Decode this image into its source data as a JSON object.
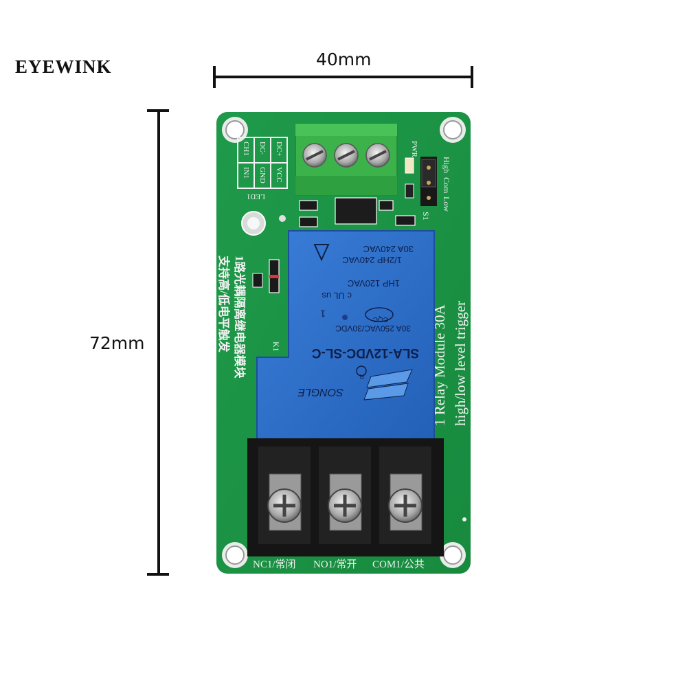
{
  "brand": "EYEWINK",
  "dimensions": {
    "width": "40mm",
    "height": "72mm"
  },
  "board": {
    "silkscreen_top_left": [
      "DC+",
      "DC-",
      "CH1",
      "VCC",
      "GND",
      "IN1"
    ],
    "power_led_label": "PWR",
    "led_label": "LED1",
    "jumper_labels": [
      "High",
      "Com",
      "Low"
    ],
    "jumper_name": "S1",
    "relay_ref": "K1",
    "chinese_line_1": "1路光耦隔离继电器模块",
    "chinese_line_2": "支持高/低电平触发",
    "english_line_1": "1 Relay   Module 30A",
    "english_line_2": "high/low level trigger",
    "terminals": [
      "NC1/常闭",
      "NO1/常开",
      "COM1/公共"
    ]
  },
  "relay": {
    "rating_1": "30A 240VAC",
    "rating_2": "1/2HP 240VAC",
    "rating_3": "1HP 120VAC",
    "ul_mark": "c UL us",
    "cqc_mark": "CQC",
    "pin_mark": "1",
    "rating_4": "30A 250VAC/30VDC",
    "model": "SLA-12VDC-SL-C",
    "brand": "SONGLE",
    "registered": "R"
  }
}
